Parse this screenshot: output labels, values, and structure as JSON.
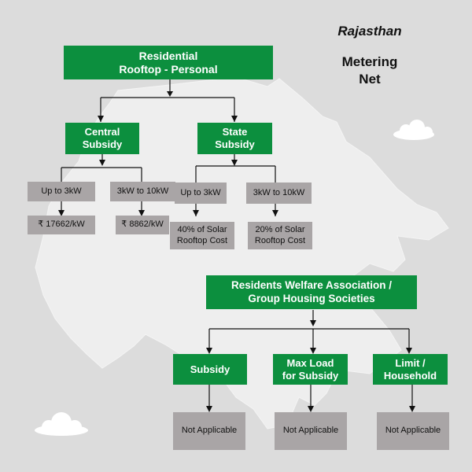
{
  "header": {
    "state": "Rajasthan",
    "metering_line1": "Metering",
    "metering_line2": "Net"
  },
  "personal": {
    "root": [
      "Residential",
      "Rooftop - Personal"
    ],
    "central": {
      "label": [
        "Central",
        "Subsidy"
      ],
      "tiers": [
        {
          "range": "Up to 3kW",
          "value": "₹ 17662/kW"
        },
        {
          "range": "3kW to 10kW",
          "value": "₹ 8862/kW"
        }
      ]
    },
    "state": {
      "label": [
        "State",
        "Subsidy"
      ],
      "tiers": [
        {
          "range": "Up to 3kW",
          "value": [
            "40% of Solar",
            "Rooftop Cost"
          ]
        },
        {
          "range": "3kW to 10kW",
          "value": [
            "20% of Solar",
            "Rooftop Cost"
          ]
        }
      ]
    }
  },
  "rwa": {
    "root": [
      "Residents Welfare Association /",
      "Group Housing Societies"
    ],
    "items": [
      {
        "label": [
          "Subsidy"
        ],
        "value": "Not Applicable"
      },
      {
        "label": [
          "Max Load",
          "for Subsidy"
        ],
        "value": "Not Applicable"
      },
      {
        "label": [
          "Limit /",
          "Household"
        ],
        "value": "Not Applicable"
      }
    ]
  },
  "colors": {
    "green": "#0c8f3e",
    "gray_box": "#a9a5a6",
    "background": "#dcdcdc",
    "map": "#eeeeee"
  }
}
